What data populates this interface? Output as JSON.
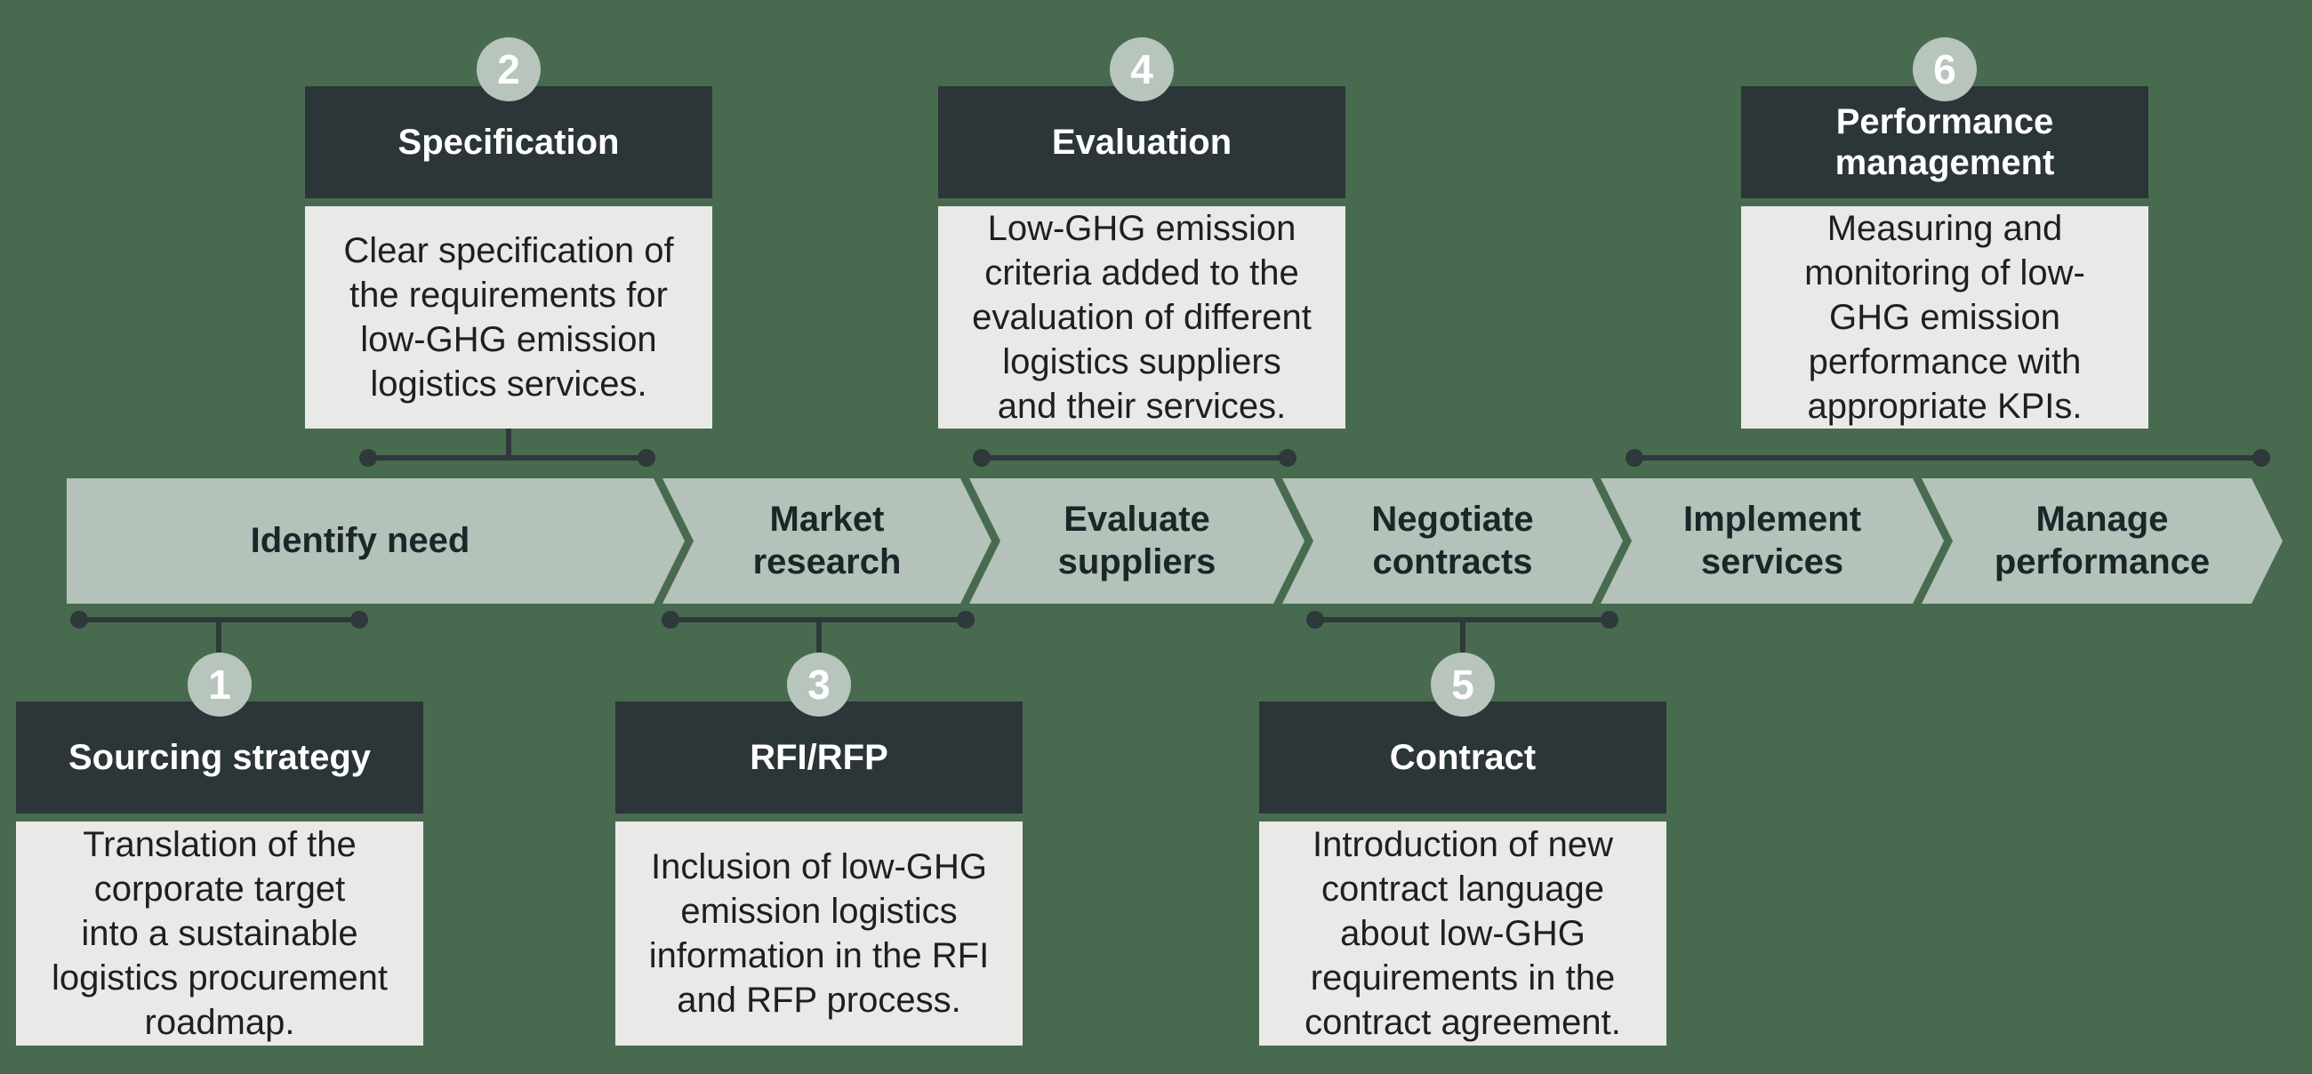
{
  "palette": {
    "background": "#486B50",
    "band": "#B4C2B9",
    "badge": "#B8C5BD",
    "header_bg": "#2C3538",
    "desc_bg": "#E9EAE7",
    "connector": "#2F383B",
    "header_text": "#FFFFFF",
    "band_text": "#1B2629",
    "desc_text": "#1F1F21"
  },
  "timeline": {
    "stages": [
      {
        "label": "Identify need"
      },
      {
        "label": "Market\nresearch"
      },
      {
        "label": "Evaluate\nsuppliers"
      },
      {
        "label": "Negotiate\ncontracts"
      },
      {
        "label": "Implement\nservices"
      },
      {
        "label": "Manage\nperformance"
      }
    ]
  },
  "steps": [
    {
      "number": "1",
      "title": "Sourcing strategy",
      "description": "Translation of the\ncorporate target\ninto a sustainable\nlogistics procurement\nroadmap."
    },
    {
      "number": "2",
      "title": "Specification",
      "description": "Clear specification of\nthe requirements for\nlow-GHG emission\nlogistics services."
    },
    {
      "number": "3",
      "title": "RFI/RFP",
      "description": "Inclusion of low-GHG\nemission logistics\ninformation in the RFI\nand RFP process."
    },
    {
      "number": "4",
      "title": "Evaluation",
      "description": "Low-GHG emission\ncriteria added to the\nevaluation of different\nlogistics suppliers\nand their services."
    },
    {
      "number": "5",
      "title": "Contract",
      "description": "Introduction of new\ncontract language\nabout low-GHG\nrequirements in the\ncontract agreement."
    },
    {
      "number": "6",
      "title": "Performance\nmanagement",
      "description": "Measuring and\nmonitoring of low-\nGHG emission\nperformance with\nappropriate KPIs."
    }
  ]
}
